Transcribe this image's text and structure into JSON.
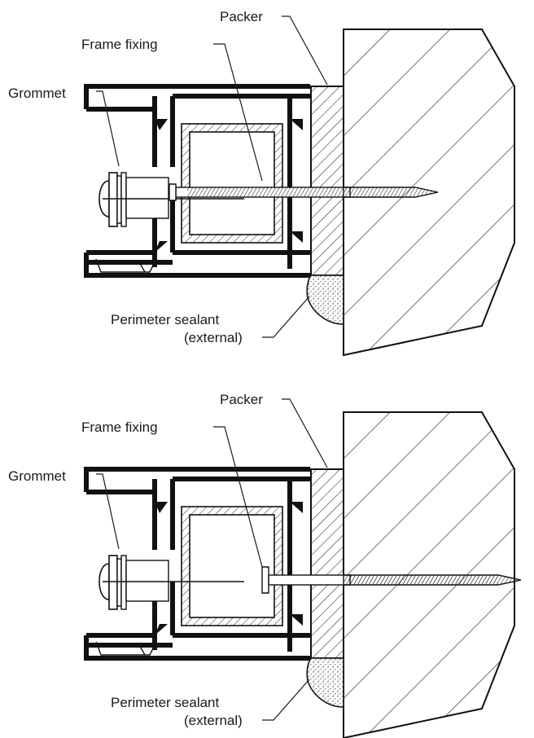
{
  "details": [
    {
      "id": "top",
      "labels": {
        "packer": "Packer",
        "frame_fixing": "Frame fixing",
        "grommet": "Grommet",
        "sealant_line1": "Perimeter sealant",
        "sealant_line2": "(external)"
      }
    },
    {
      "id": "bottom",
      "labels": {
        "packer": "Packer",
        "frame_fixing": "Frame fixing",
        "grommet": "Grommet",
        "sealant_line1": "Perimeter sealant",
        "sealant_line2": "(external)"
      }
    }
  ]
}
